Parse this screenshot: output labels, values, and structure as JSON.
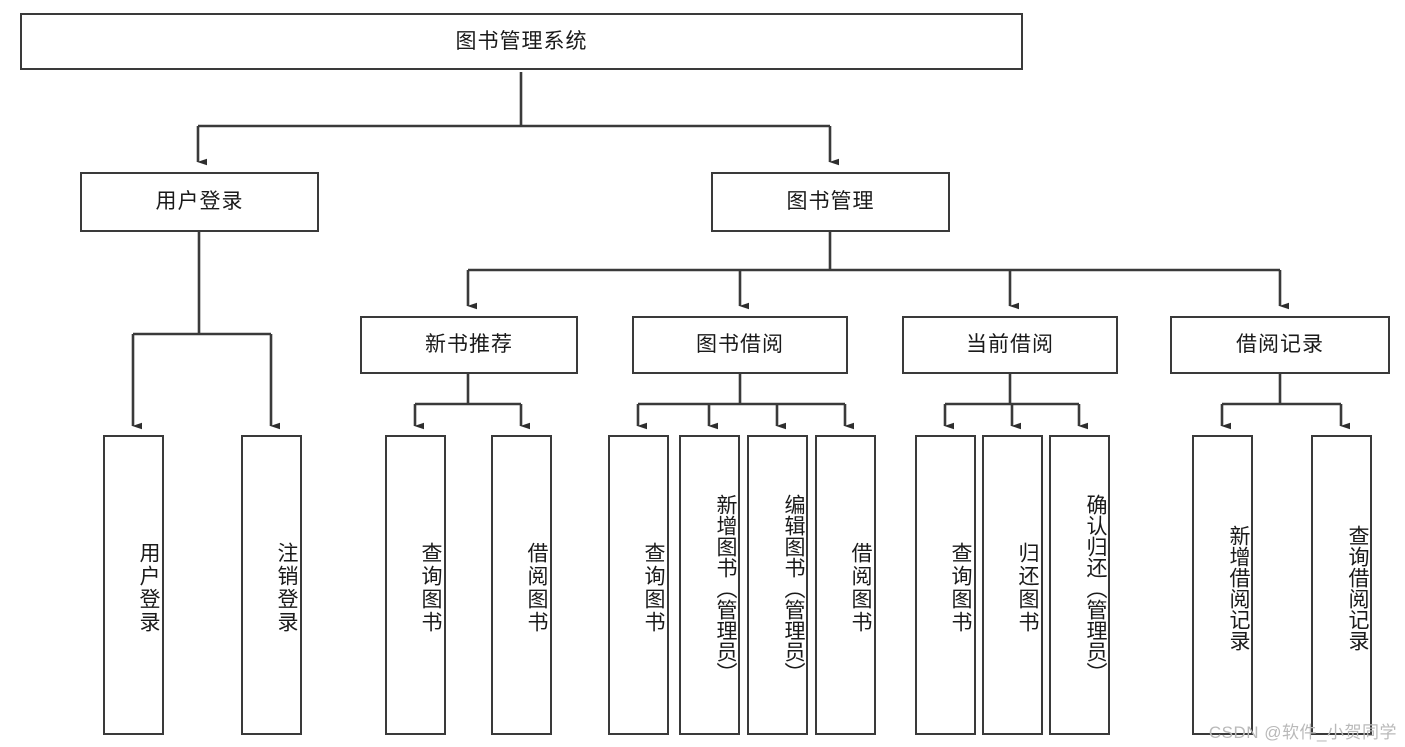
{
  "diagram": {
    "title": "图书管理系统",
    "type": "tree-hierarchy-diagram",
    "root": {
      "id": "root",
      "label": "图书管理系统"
    },
    "level2": [
      {
        "id": "user-login",
        "label": "用户登录"
      },
      {
        "id": "book-management",
        "label": "图书管理"
      }
    ],
    "level3": [
      {
        "id": "new-book-recommend",
        "label": "新书推荐",
        "parent": "book-management"
      },
      {
        "id": "book-borrow",
        "label": "图书借阅",
        "parent": "book-management"
      },
      {
        "id": "current-borrow",
        "label": "当前借阅",
        "parent": "book-management"
      },
      {
        "id": "borrow-record",
        "label": "借阅记录",
        "parent": "book-management"
      }
    ],
    "leaves": {
      "user-login": [
        {
          "id": "leaf-user-login",
          "label": "用户登录"
        },
        {
          "id": "leaf-user-logout",
          "label": "注销登录"
        }
      ],
      "new-book-recommend": [
        {
          "id": "leaf-query-book-1",
          "label": "查询图书"
        },
        {
          "id": "leaf-borrow-book-1",
          "label": "借阅图书"
        }
      ],
      "book-borrow": [
        {
          "id": "leaf-query-book-2",
          "label": "查询图书"
        },
        {
          "id": "leaf-add-book",
          "label": "新增图书（管理员）"
        },
        {
          "id": "leaf-edit-book",
          "label": "编辑图书（管理员）"
        },
        {
          "id": "leaf-borrow-book-2",
          "label": "借阅图书"
        }
      ],
      "current-borrow": [
        {
          "id": "leaf-query-book-3",
          "label": "查询图书"
        },
        {
          "id": "leaf-return-book",
          "label": "归还图书"
        },
        {
          "id": "leaf-confirm-return",
          "label": "确认归还（管理员）"
        }
      ],
      "borrow-record": [
        {
          "id": "leaf-add-record",
          "label": "新增借阅记录"
        },
        {
          "id": "leaf-query-record",
          "label": "查询借阅记录"
        }
      ]
    }
  },
  "watermark": {
    "text": "CSDN @软件_小贺同学"
  },
  "colors": {
    "stroke": "#3a3a3a",
    "fill": "#ffffff",
    "text": "#1a1a1a",
    "watermark": "#b9b9b9"
  }
}
